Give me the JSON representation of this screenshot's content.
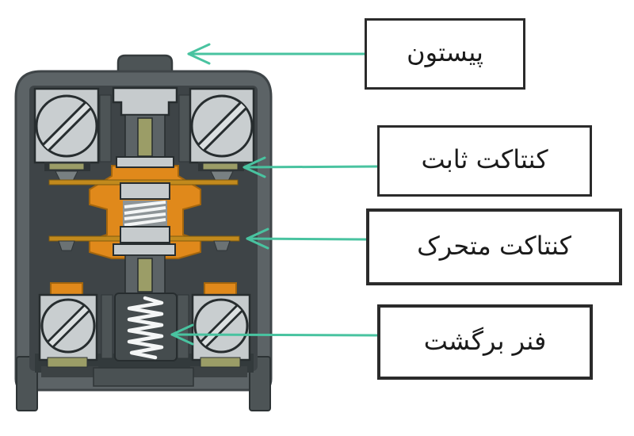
{
  "labels": {
    "piston": "پیستون",
    "fixed_contact": "کنتاکت ثابت",
    "moving_contact": "کنتاکت متحرک",
    "return_spring": "فنر برگشت"
  },
  "colors": {
    "arrow": "#49c3a0",
    "label_border": "#2b2b2b",
    "label_text": "#1b1b1b",
    "body_gray": "#5c6366",
    "leg_gray": "#4d5456",
    "panel_dark": "#3e4447",
    "metal_light": "#c6cbcd",
    "orange": "#e0891b",
    "gold_bar": "#c28a1d",
    "olive": "#9b9d67",
    "spring_white": "#f4f6f6"
  }
}
